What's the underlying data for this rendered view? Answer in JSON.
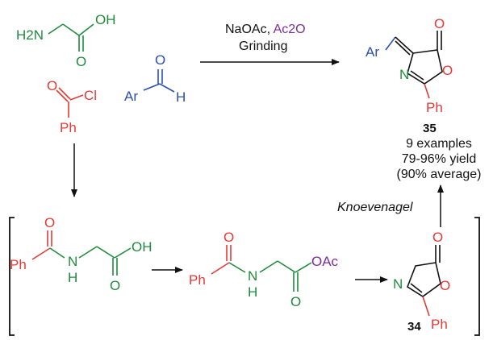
{
  "colors": {
    "glycine": "#1f8a3d",
    "acyl": "#e53935",
    "aldehyde": "#2b4fb0",
    "anhydride": "#7b2e98",
    "ink": "#111111"
  },
  "glycine": {
    "amine": "H2N",
    "oh": "OH",
    "o": "O"
  },
  "benzoyl_chloride": {
    "o": "O",
    "cl": "Cl",
    "ph": "Ph"
  },
  "aldehyde": {
    "o": "O",
    "ar": "Ar",
    "h": "H"
  },
  "conditions": {
    "reagent1": "NaOAc, ",
    "reagent2": "Ac2O",
    "method": "Grinding"
  },
  "product35": {
    "ar": "Ar",
    "o_carbonyl": "O",
    "o_ring": "O",
    "n": "N",
    "ph": "Ph",
    "number": "35",
    "summary": [
      "9 examples",
      "79-96% yield",
      "(90% average)"
    ]
  },
  "step_label": "Knoevenagel",
  "intermediate1": {
    "ph": "Ph",
    "o": "O",
    "nh": "N",
    "h": "H",
    "oh": "OH",
    "o2": "O"
  },
  "intermediate2": {
    "ph": "Ph",
    "o": "O",
    "nh": "N",
    "h": "H",
    "oac": "OAc",
    "o2": "O"
  },
  "oxazolone34": {
    "o_carbonyl": "O",
    "o_ring": "O",
    "n": "N",
    "ph": "Ph",
    "number": "34"
  }
}
